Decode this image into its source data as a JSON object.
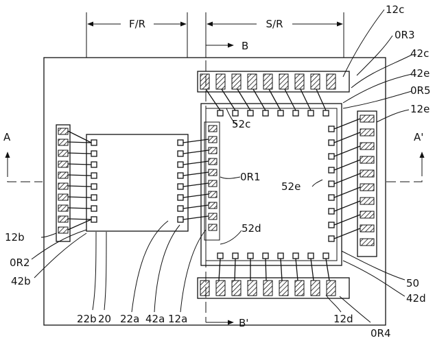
{
  "dimensions": {
    "fr": "F/R",
    "sr": "S/R"
  },
  "section_marks": {
    "a_left": "A",
    "a_right": "A'",
    "b_top": "B",
    "b_bottom": "B'"
  },
  "labels": {
    "l12c": "12c",
    "l0r3": "0R3",
    "l42c": "42c",
    "l42e": "42e",
    "l0r5": "0R5",
    "l12e": "12e",
    "l52c": "52c",
    "l0r1": "0R1",
    "l52e": "52e",
    "l52d": "52d",
    "l12b": "12b",
    "l0r2": "0R2",
    "l42b": "42b",
    "l22b": "22b",
    "l20": "20",
    "l22a": "22a",
    "l42a": "42a",
    "l12a": "12a",
    "l12d": "12d",
    "l0r4": "0R4",
    "l50": "50",
    "l42d": "42d"
  }
}
